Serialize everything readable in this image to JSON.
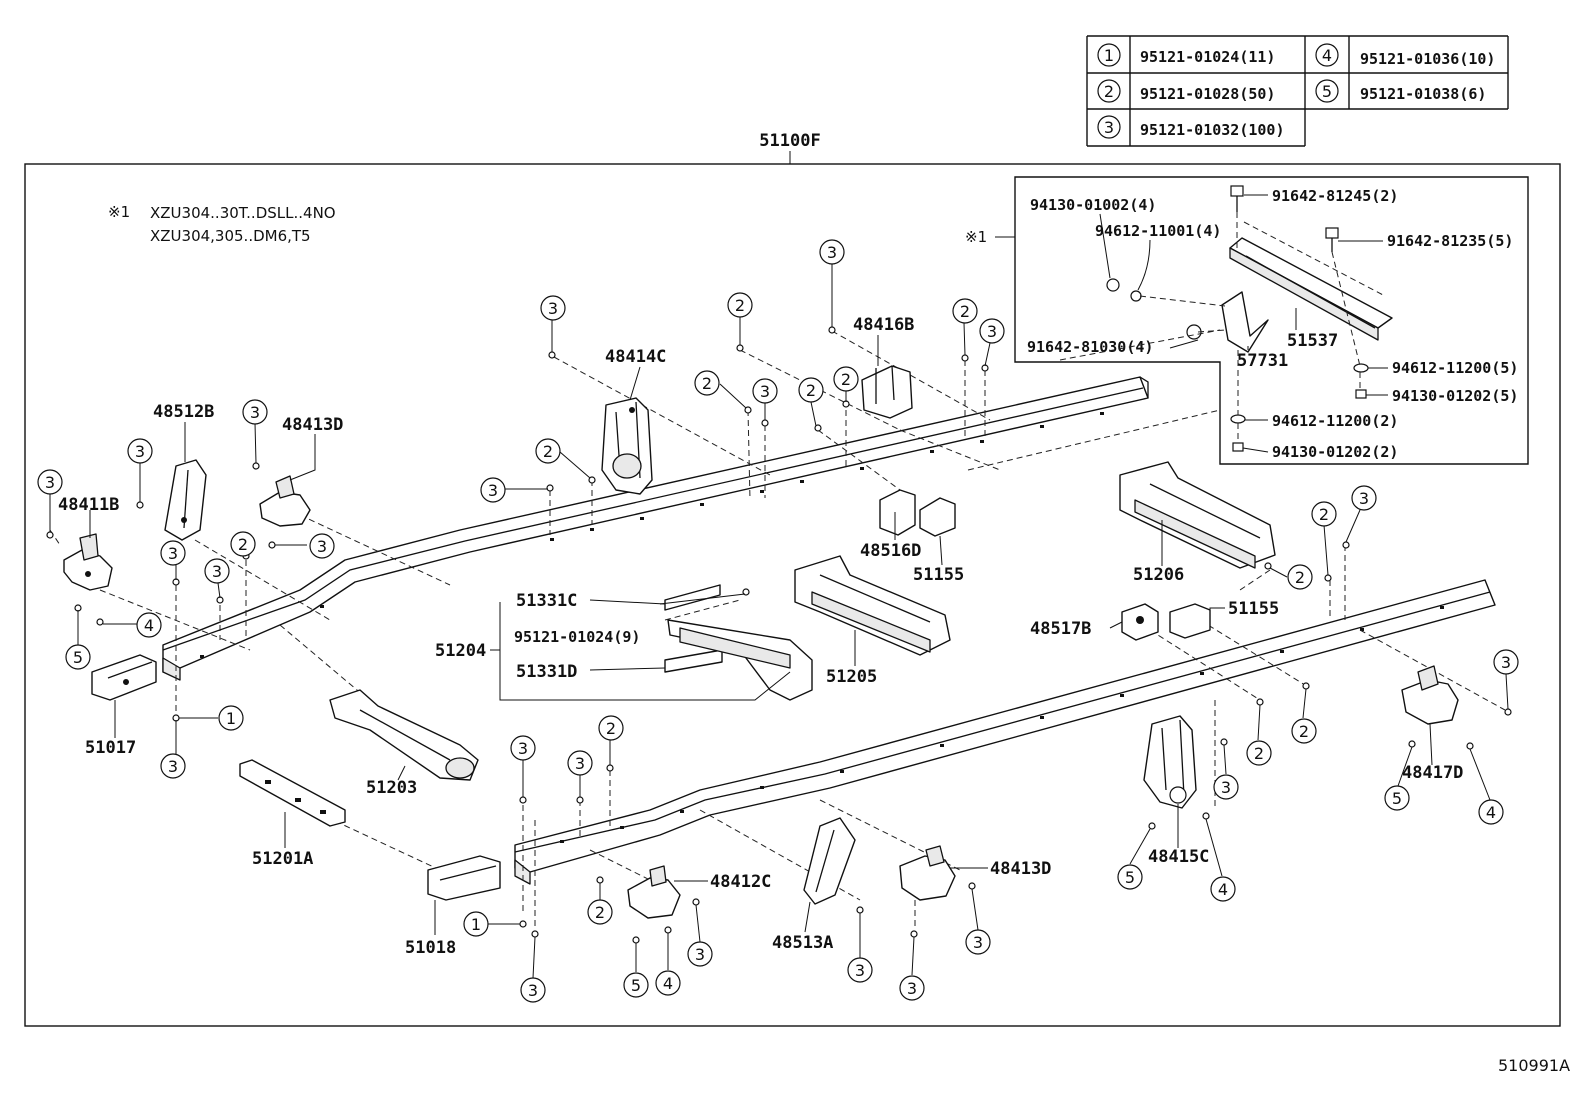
{
  "legend": [
    {
      "num": "1",
      "part": "95121-01024(11)"
    },
    {
      "num": "2",
      "part": "95121-01028(50)"
    },
    {
      "num": "3",
      "part": "95121-01032(100)"
    },
    {
      "num": "4",
      "part": "95121-01036(10)"
    },
    {
      "num": "5",
      "part": "95121-01038(6)"
    }
  ],
  "assembly_label": "51100F",
  "note": {
    "mark": "※1",
    "line1": "XZU304..30T..DSLL..4NO",
    "line2": "XZU304,305..DM6,T5"
  },
  "inset": {
    "mark": "※1",
    "labels": [
      "94130-01002(4)",
      "94612-11001(4)",
      "91642-81245(2)",
      "91642-81235(5)",
      "91642-81030(4)",
      "51537",
      "57731",
      "94612-11200(5)",
      "94130-01202(5)",
      "94612-11200(2)",
      "94130-01202(2)"
    ]
  },
  "parts": {
    "p48512B": "48512B",
    "p48413D_a": "48413D",
    "p48411B": "48411B",
    "p48414C": "48414C",
    "p48416B": "48416B",
    "p48516D": "48516D",
    "p51155_a": "51155",
    "p51331C": "51331C",
    "p51204": "51204",
    "p95121": "95121-01024(9)",
    "p51331D": "51331D",
    "p51205": "51205",
    "p51206": "51206",
    "p51155_b": "51155",
    "p48517B": "48517B",
    "p51017": "51017",
    "p51203": "51203",
    "p51201A": "51201A",
    "p51018": "51018",
    "p48412C": "48412C",
    "p48513A": "48513A",
    "p48413D_b": "48413D",
    "p48415C": "48415C",
    "p48417D": "48417D"
  },
  "ref_code": "510991A"
}
